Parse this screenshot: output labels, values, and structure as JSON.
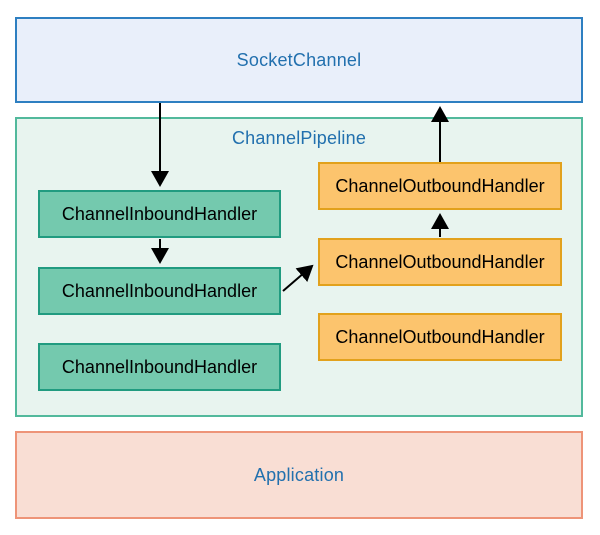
{
  "diagram": {
    "socket_channel": {
      "label": "SocketChannel"
    },
    "pipeline": {
      "label": "ChannelPipeline",
      "inbound_handlers": [
        {
          "label": "ChannelInboundHandler"
        },
        {
          "label": "ChannelInboundHandler"
        },
        {
          "label": "ChannelInboundHandler"
        }
      ],
      "outbound_handlers": [
        {
          "label": "ChannelOutboundHandler"
        },
        {
          "label": "ChannelOutboundHandler"
        },
        {
          "label": "ChannelOutboundHandler"
        }
      ]
    },
    "application": {
      "label": "Application"
    },
    "colors": {
      "socket_fill": "#e9effa",
      "socket_border": "#2e7fc1",
      "pipeline_fill": "#e8f4ef",
      "pipeline_border": "#52b99c",
      "inbound_fill": "#74c9ae",
      "inbound_border": "#219b80",
      "outbound_fill": "#fcc46d",
      "outbound_border": "#e2a11c",
      "application_fill": "#f9ded4",
      "application_border": "#ee9478",
      "title_text": "#2270ae",
      "handler_text": "#000000",
      "arrow": "#000000"
    }
  }
}
